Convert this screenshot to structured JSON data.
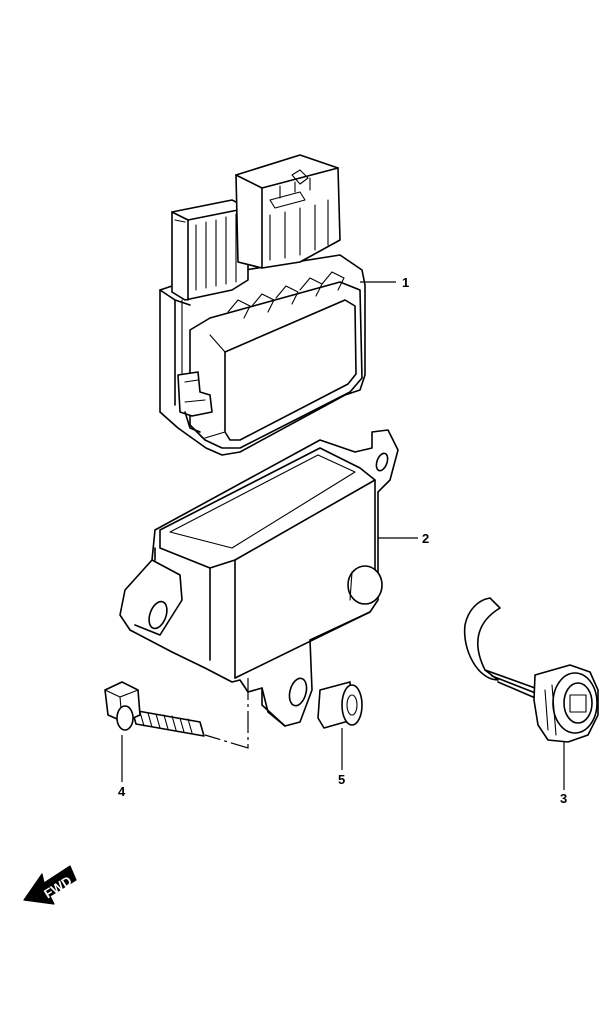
{
  "callouts": [
    {
      "id": "1",
      "label": "1"
    },
    {
      "id": "2",
      "label": "2"
    },
    {
      "id": "3",
      "label": "3"
    },
    {
      "id": "4",
      "label": "4"
    },
    {
      "id": "5",
      "label": "5"
    }
  ],
  "fwd": {
    "label": "FWD"
  }
}
